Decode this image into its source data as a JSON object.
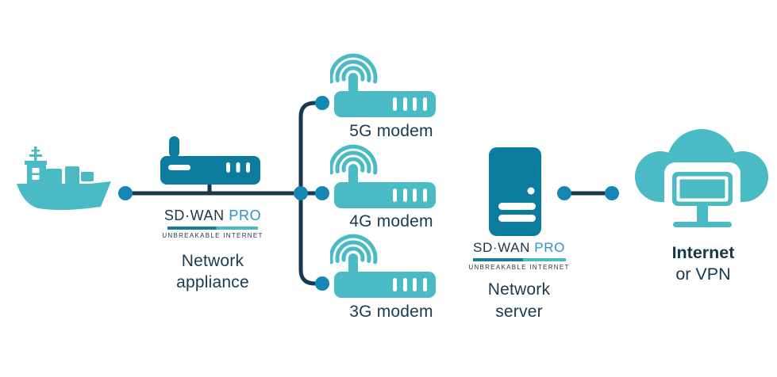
{
  "colors": {
    "teal_light": "#4ABAC5",
    "teal_dark": "#0B7C9D",
    "line_navy": "#17384E",
    "dot_blue": "#1587B5",
    "text_navy": "#1B3A50",
    "logo_navy": "#20384A",
    "logo_pro_blue": "#3191C8",
    "logo_bar_dark": "#187C99",
    "logo_bar_light": "#4ABAC5"
  },
  "brand": {
    "wordmark_left": "SD·WAN",
    "wordmark_right": "PRO",
    "tagline": "UNBREAKABLE INTERNET"
  },
  "nodes": {
    "appliance": {
      "label": [
        "Network",
        "appliance"
      ]
    },
    "modems": [
      {
        "label": "5G modem"
      },
      {
        "label": "4G modem"
      },
      {
        "label": "3G modem"
      }
    ],
    "server": {
      "label": [
        "Network",
        "server"
      ]
    },
    "internet": {
      "line1": "Internet",
      "line2": "or VPN"
    }
  }
}
